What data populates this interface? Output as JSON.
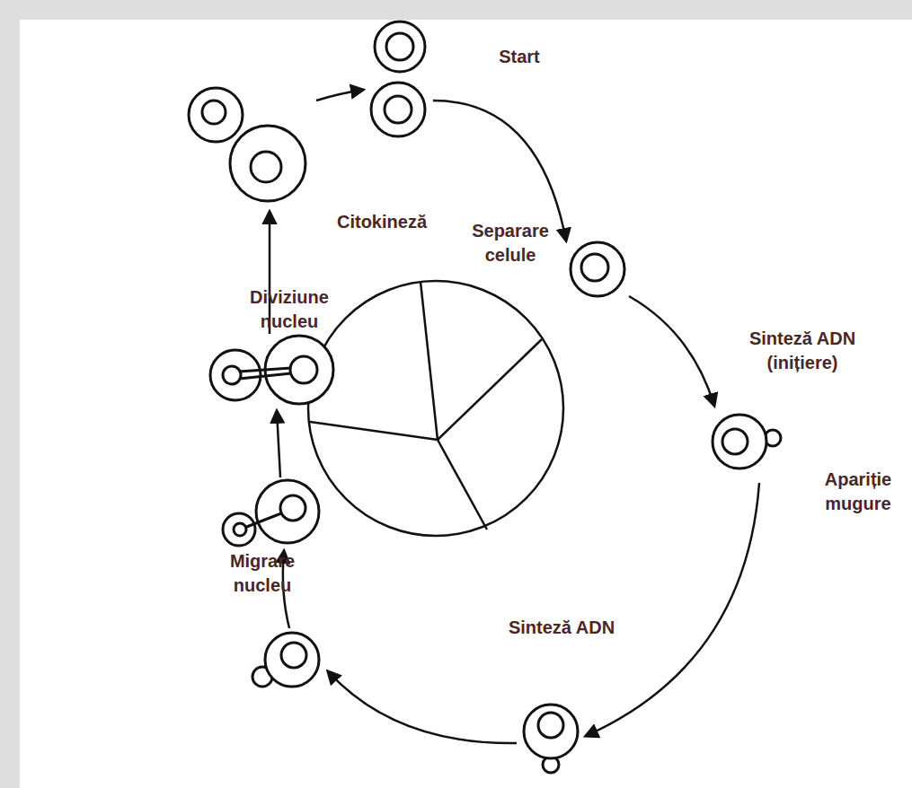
{
  "diagram": {
    "labels": [
      "Start",
      "Separare celule",
      "Sinteză ADN (inițiere)",
      "Apariție mugure",
      "Sinteză ADN",
      "Migrare nucleu",
      "Diviziune nucleu",
      "Citokineză"
    ]
  }
}
